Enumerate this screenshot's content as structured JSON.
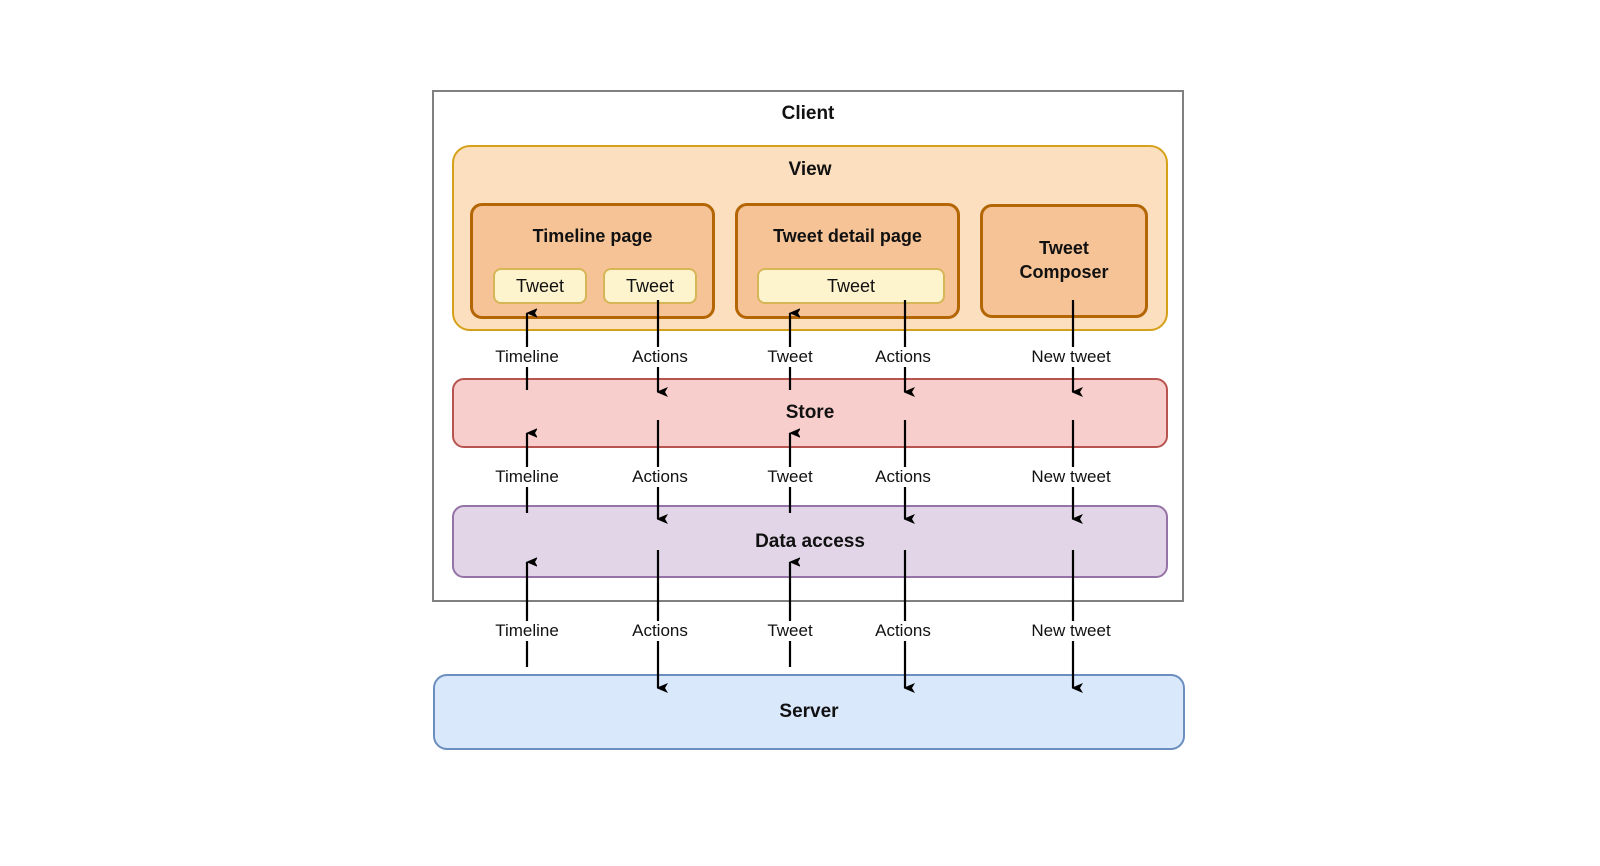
{
  "diagram": {
    "title": "Client-server tweet application layered architecture",
    "type": "layered-architecture-diagram"
  },
  "client": {
    "label": "Client",
    "border_color": "#808080",
    "fill_color": "#ffffff"
  },
  "view": {
    "label": "View",
    "border_color": "#d6a018",
    "fill_color": "#fbdfbe",
    "components": [
      {
        "name": "timeline-page",
        "label": "Timeline page",
        "children": [
          {
            "name": "tweet-chip",
            "label": "Tweet"
          },
          {
            "name": "tweet-chip",
            "label": "Tweet"
          }
        ]
      },
      {
        "name": "tweet-detail-page",
        "label": "Tweet detail page",
        "children": [
          {
            "name": "tweet-chip",
            "label": "Tweet"
          }
        ]
      },
      {
        "name": "tweet-composer",
        "label_line1": "Tweet",
        "label_line2": "Composer",
        "children": []
      }
    ],
    "component_border_color": "#b46504",
    "component_fill_color": "#f5c396",
    "chip_border_color": "#d6b656",
    "chip_fill_color": "#fdf3cd"
  },
  "layers": [
    {
      "name": "store",
      "label": "Store",
      "border_color": "#b85450",
      "fill_color": "#f8cecc"
    },
    {
      "name": "data-access",
      "label": "Data access",
      "border_color": "#9673a6",
      "fill_color": "#e1d5e7"
    },
    {
      "name": "server",
      "label": "Server",
      "border_color": "#6c8ebf",
      "fill_color": "#dae8fc"
    }
  ],
  "flows": {
    "view_store": [
      {
        "label": "Timeline",
        "direction": "up"
      },
      {
        "label": "Actions",
        "direction": "down"
      },
      {
        "label": "Tweet",
        "direction": "up"
      },
      {
        "label": "Actions",
        "direction": "down"
      },
      {
        "label": "New tweet",
        "direction": "down"
      }
    ],
    "store_dataaccess": [
      {
        "label": "Timeline",
        "direction": "up"
      },
      {
        "label": "Actions",
        "direction": "down"
      },
      {
        "label": "Tweet",
        "direction": "up"
      },
      {
        "label": "Actions",
        "direction": "down"
      },
      {
        "label": "New tweet",
        "direction": "down"
      }
    ],
    "dataaccess_server": [
      {
        "label": "Timeline",
        "direction": "up"
      },
      {
        "label": "Actions",
        "direction": "down"
      },
      {
        "label": "Tweet",
        "direction": "up"
      },
      {
        "label": "Actions",
        "direction": "down"
      },
      {
        "label": "New tweet",
        "direction": "down"
      }
    ]
  }
}
